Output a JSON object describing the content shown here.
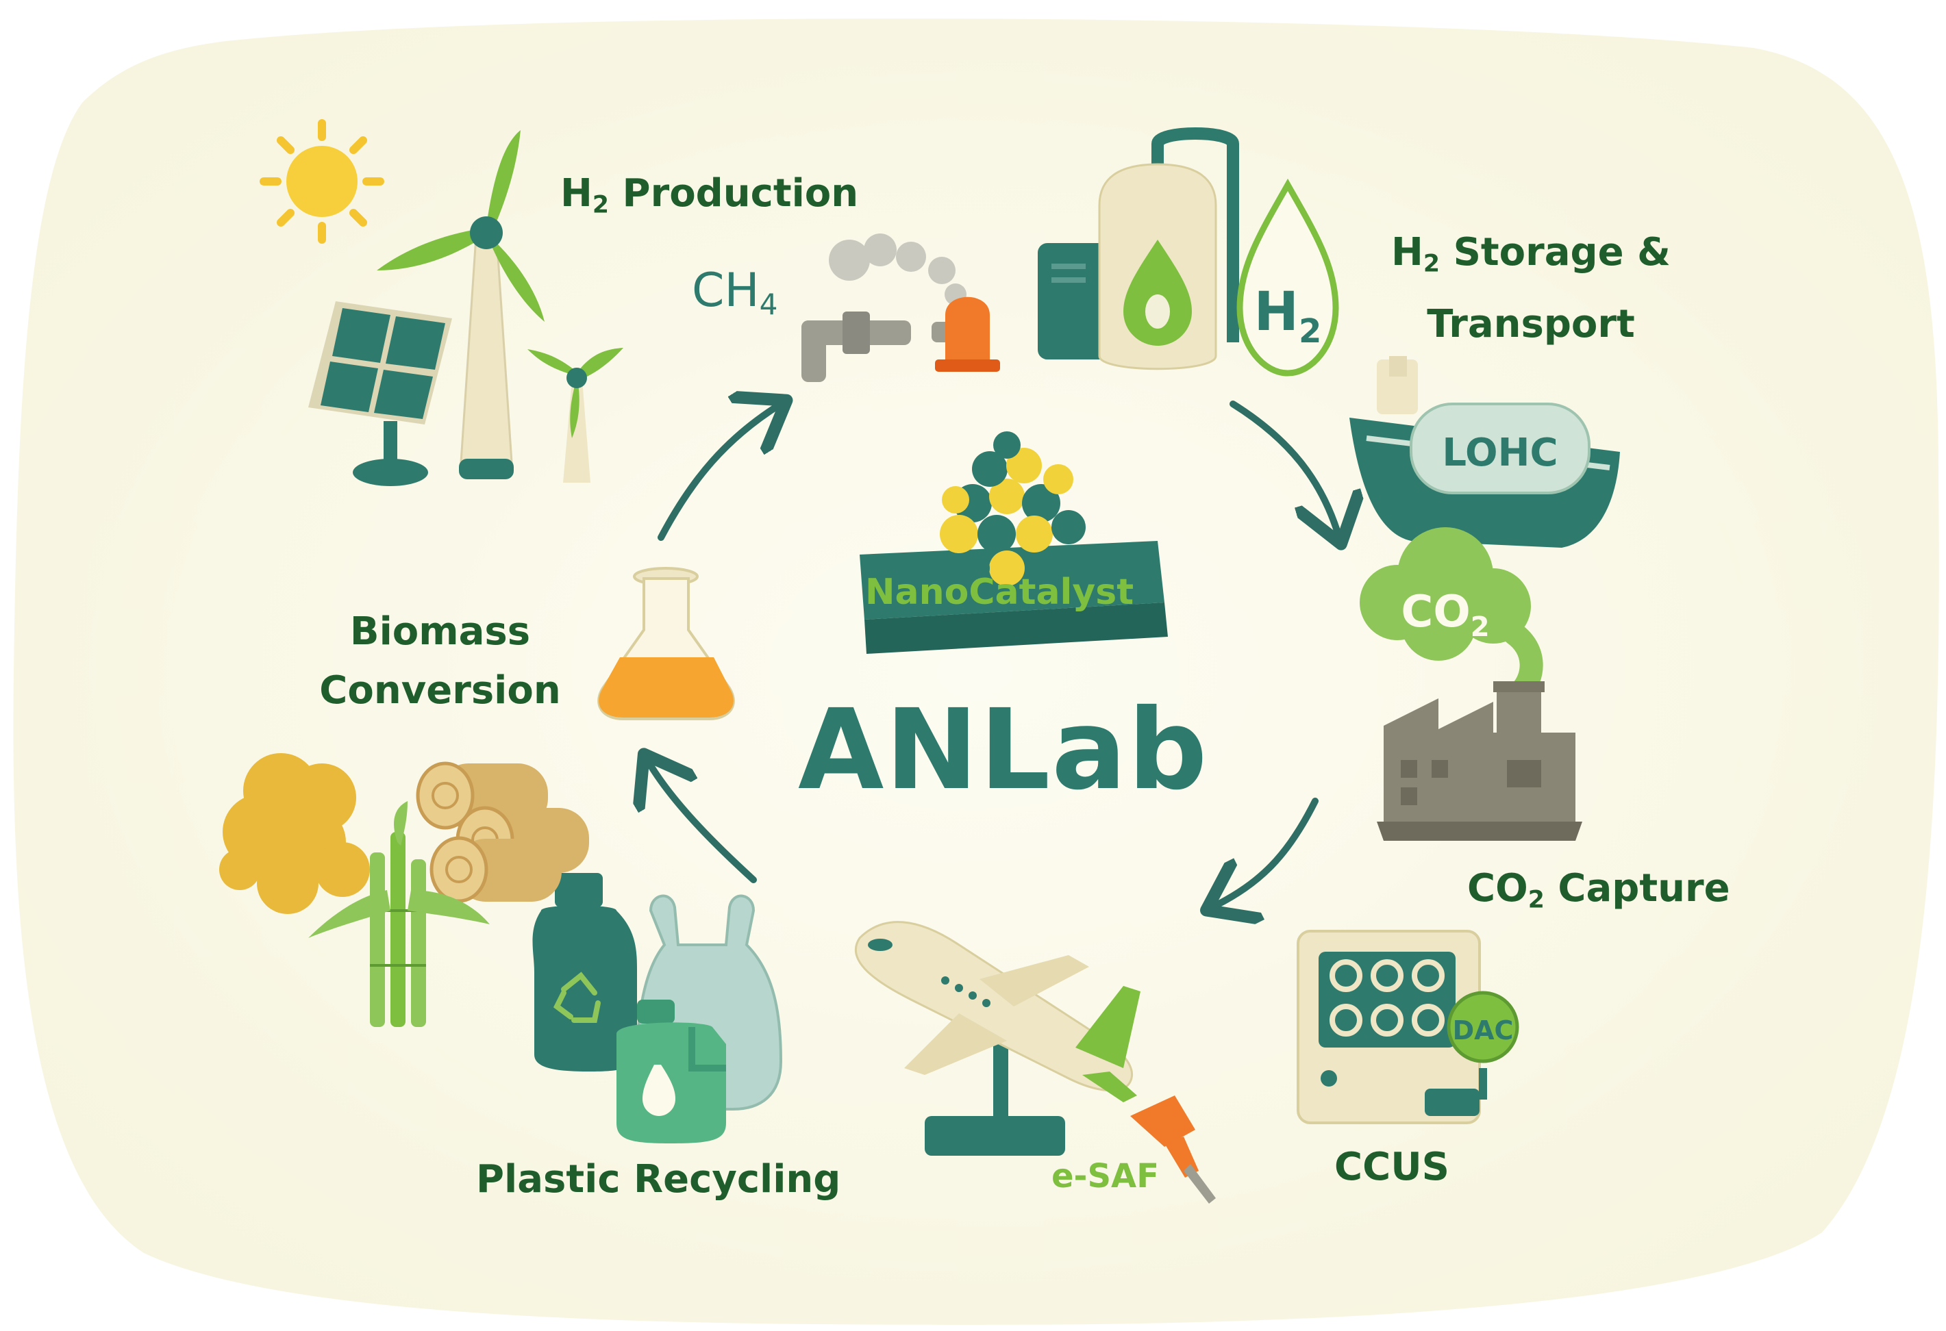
{
  "center": {
    "logo": "ANLab",
    "catalyst_label": "NanoCatalyst"
  },
  "stages": {
    "h2_production": {
      "prefix": "H",
      "sub": "2",
      "suffix": " Production",
      "methane": "CH",
      "methane_sub": "4"
    },
    "h2_storage": {
      "prefix": "H",
      "sub": "2",
      "suffix": " Storage &",
      "line2": "Transport",
      "drop_label": "H",
      "drop_sub": "2",
      "ship_label": "LOHC"
    },
    "co2_capture": {
      "prefix": "CO",
      "sub": "2",
      "suffix": " Capture",
      "cloud_label": "CO",
      "cloud_sub": "2"
    },
    "ccus": {
      "label": "CCUS",
      "dac_label": "DAC"
    },
    "esaf": {
      "label": "e-SAF"
    },
    "plastic": {
      "label": "Plastic Recycling"
    },
    "biomass": {
      "line1": "Biomass",
      "line2": "Conversion"
    }
  },
  "colors": {
    "background": "#fbfaeb",
    "teal": "#2e7b6e",
    "dark_green": "#1f5e2c",
    "leaf_green": "#7fbf3f",
    "cream": "#efe6c6",
    "yellow": "#f2d23a",
    "orange": "#f07a2a"
  },
  "icons": [
    "sun-icon",
    "wind-turbine-icon",
    "solar-panel-icon",
    "gas-pipe-icon",
    "h2-storage-tank-icon",
    "h2-droplet-icon",
    "lohc-ship-icon",
    "co2-cloud-icon",
    "factory-icon",
    "dac-unit-icon",
    "airplane-icon",
    "fuel-nozzle-icon",
    "plastic-bottle-icon",
    "plastic-bag-icon",
    "detergent-jug-icon",
    "wood-logs-icon",
    "sugarcane-icon",
    "straw-icon",
    "flask-icon",
    "nanoparticle-icon",
    "cycle-arrow-icon"
  ]
}
